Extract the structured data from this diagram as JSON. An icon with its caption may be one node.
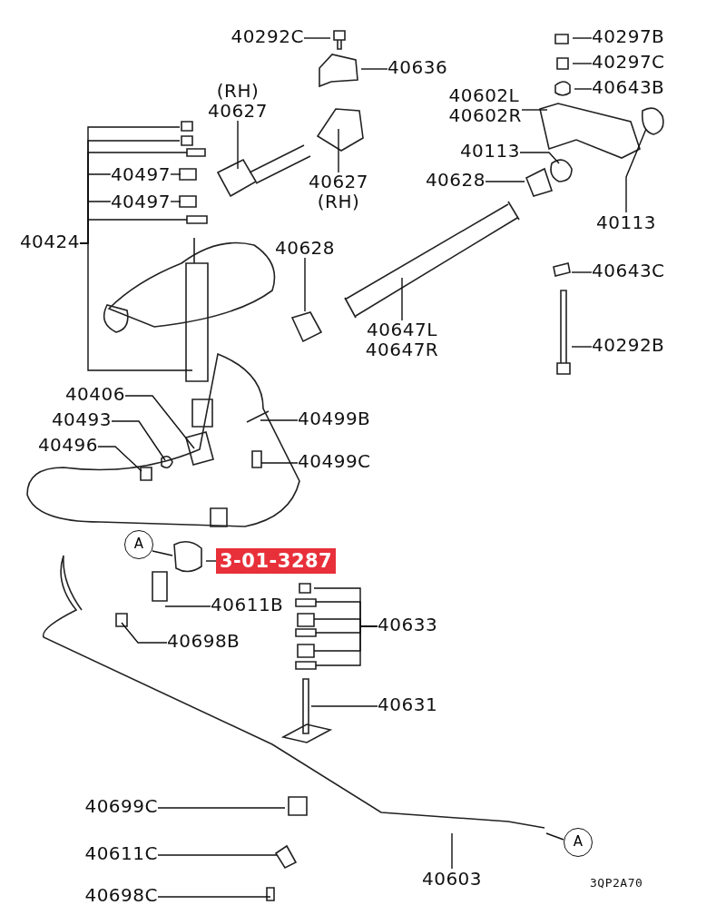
{
  "diagram": {
    "nodes": [
      {
        "text": [
          "40292C"
        ]
      },
      {
        "text": [
          "40636"
        ]
      },
      {
        "text": [
          "40297B"
        ]
      },
      {
        "text": [
          "40297C"
        ]
      },
      {
        "text": [
          "40643B"
        ]
      },
      {
        "text": [
          "(RH)",
          "40627"
        ]
      },
      {
        "text": [
          "40627",
          "(RH)"
        ]
      },
      {
        "text": [
          "40602L",
          "40602R"
        ]
      },
      {
        "text": [
          "40113"
        ]
      },
      {
        "text": [
          "40628"
        ]
      },
      {
        "text": [
          "40113"
        ]
      },
      {
        "text": [
          "40424"
        ]
      },
      {
        "text": [
          "40497"
        ]
      },
      {
        "text": [
          "40497"
        ]
      },
      {
        "text": [
          "40628"
        ]
      },
      {
        "text": [
          "40647L",
          "40647R"
        ]
      },
      {
        "text": [
          "40643C"
        ]
      },
      {
        "text": [
          "40292B"
        ]
      },
      {
        "text": [
          "40406"
        ]
      },
      {
        "text": [
          "40493"
        ]
      },
      {
        "text": [
          "40496"
        ]
      },
      {
        "text": [
          "40499B"
        ]
      },
      {
        "text": [
          "40499C"
        ]
      },
      {
        "text": [
          "A"
        ]
      },
      {
        "text": [
          "3-01-3287"
        ]
      },
      {
        "text": [
          "40611B"
        ]
      },
      {
        "text": [
          "40633"
        ]
      },
      {
        "text": [
          "40698B"
        ]
      },
      {
        "text": [
          "40631"
        ]
      },
      {
        "text": [
          "40699C"
        ]
      },
      {
        "text": [
          "40611C"
        ]
      },
      {
        "text": [
          "40603"
        ]
      },
      {
        "text": [
          "A"
        ]
      },
      {
        "text": [
          "40698C"
        ]
      }
    ],
    "edges": [
      {
        "from": 0,
        "to": null,
        "arrow": "none"
      },
      {
        "from": 1,
        "to": null,
        "arrow": "none"
      },
      {
        "from": 2,
        "to": null,
        "arrow": "none"
      },
      {
        "from": 3,
        "to": null,
        "arrow": "none"
      },
      {
        "from": 4,
        "to": null,
        "arrow": "none"
      },
      {
        "from": 5,
        "to": null,
        "arrow": "none"
      },
      {
        "from": 6,
        "to": null,
        "arrow": "none"
      },
      {
        "from": 7,
        "to": null,
        "arrow": "none"
      },
      {
        "from": 8,
        "to": null,
        "arrow": "none"
      },
      {
        "from": 9,
        "to": null,
        "arrow": "none"
      },
      {
        "from": 10,
        "to": null,
        "arrow": "none"
      },
      {
        "from": 11,
        "to": null,
        "arrow": "none"
      },
      {
        "from": 11,
        "to": null,
        "arrow": "none"
      },
      {
        "from": 11,
        "to": null,
        "arrow": "none"
      },
      {
        "from": 11,
        "to": null,
        "arrow": "none"
      },
      {
        "from": 11,
        "to": null,
        "arrow": "none"
      },
      {
        "from": 11,
        "to": 12,
        "arrow": "none"
      },
      {
        "from": 11,
        "to": 13,
        "arrow": "none"
      },
      {
        "from": 12,
        "to": null,
        "arrow": "none"
      },
      {
        "from": 13,
        "to": null,
        "arrow": "none"
      },
      {
        "from": 14,
        "to": null,
        "arrow": "none"
      },
      {
        "from": 15,
        "to": null,
        "arrow": "none"
      },
      {
        "from": 16,
        "to": null,
        "arrow": "none"
      },
      {
        "from": 17,
        "to": null,
        "arrow": "none"
      },
      {
        "from": 18,
        "to": null,
        "arrow": "none"
      },
      {
        "from": 19,
        "to": null,
        "arrow": "none"
      },
      {
        "from": 20,
        "to": null,
        "arrow": "none"
      },
      {
        "from": 21,
        "to": null,
        "arrow": "none"
      },
      {
        "from": 22,
        "to": null,
        "arrow": "none"
      },
      {
        "from": 23,
        "to": null,
        "arrow": "none"
      },
      {
        "from": 24,
        "to": null,
        "arrow": "none"
      },
      {
        "from": 25,
        "to": null,
        "arrow": "none"
      },
      {
        "from": 26,
        "to": null,
        "arrow": "none"
      },
      {
        "from": 26,
        "to": null,
        "arrow": "none"
      },
      {
        "from": 26,
        "to": null,
        "arrow": "none"
      },
      {
        "from": 26,
        "to": null,
        "arrow": "none"
      },
      {
        "from": 26,
        "to": null,
        "arrow": "none"
      },
      {
        "from": 26,
        "to": null,
        "arrow": "none"
      },
      {
        "from": 27,
        "to": null,
        "arrow": "none"
      },
      {
        "from": 28,
        "to": null,
        "arrow": "none"
      },
      {
        "from": 29,
        "to": null,
        "arrow": "none"
      },
      {
        "from": 30,
        "to": null,
        "arrow": "none"
      },
      {
        "from": 31,
        "to": null,
        "arrow": "none"
      },
      {
        "from": 32,
        "to": null,
        "arrow": "none"
      },
      {
        "from": 33,
        "to": null,
        "arrow": "none"
      }
    ],
    "labels": [
      "3QP2A70"
    ]
  }
}
